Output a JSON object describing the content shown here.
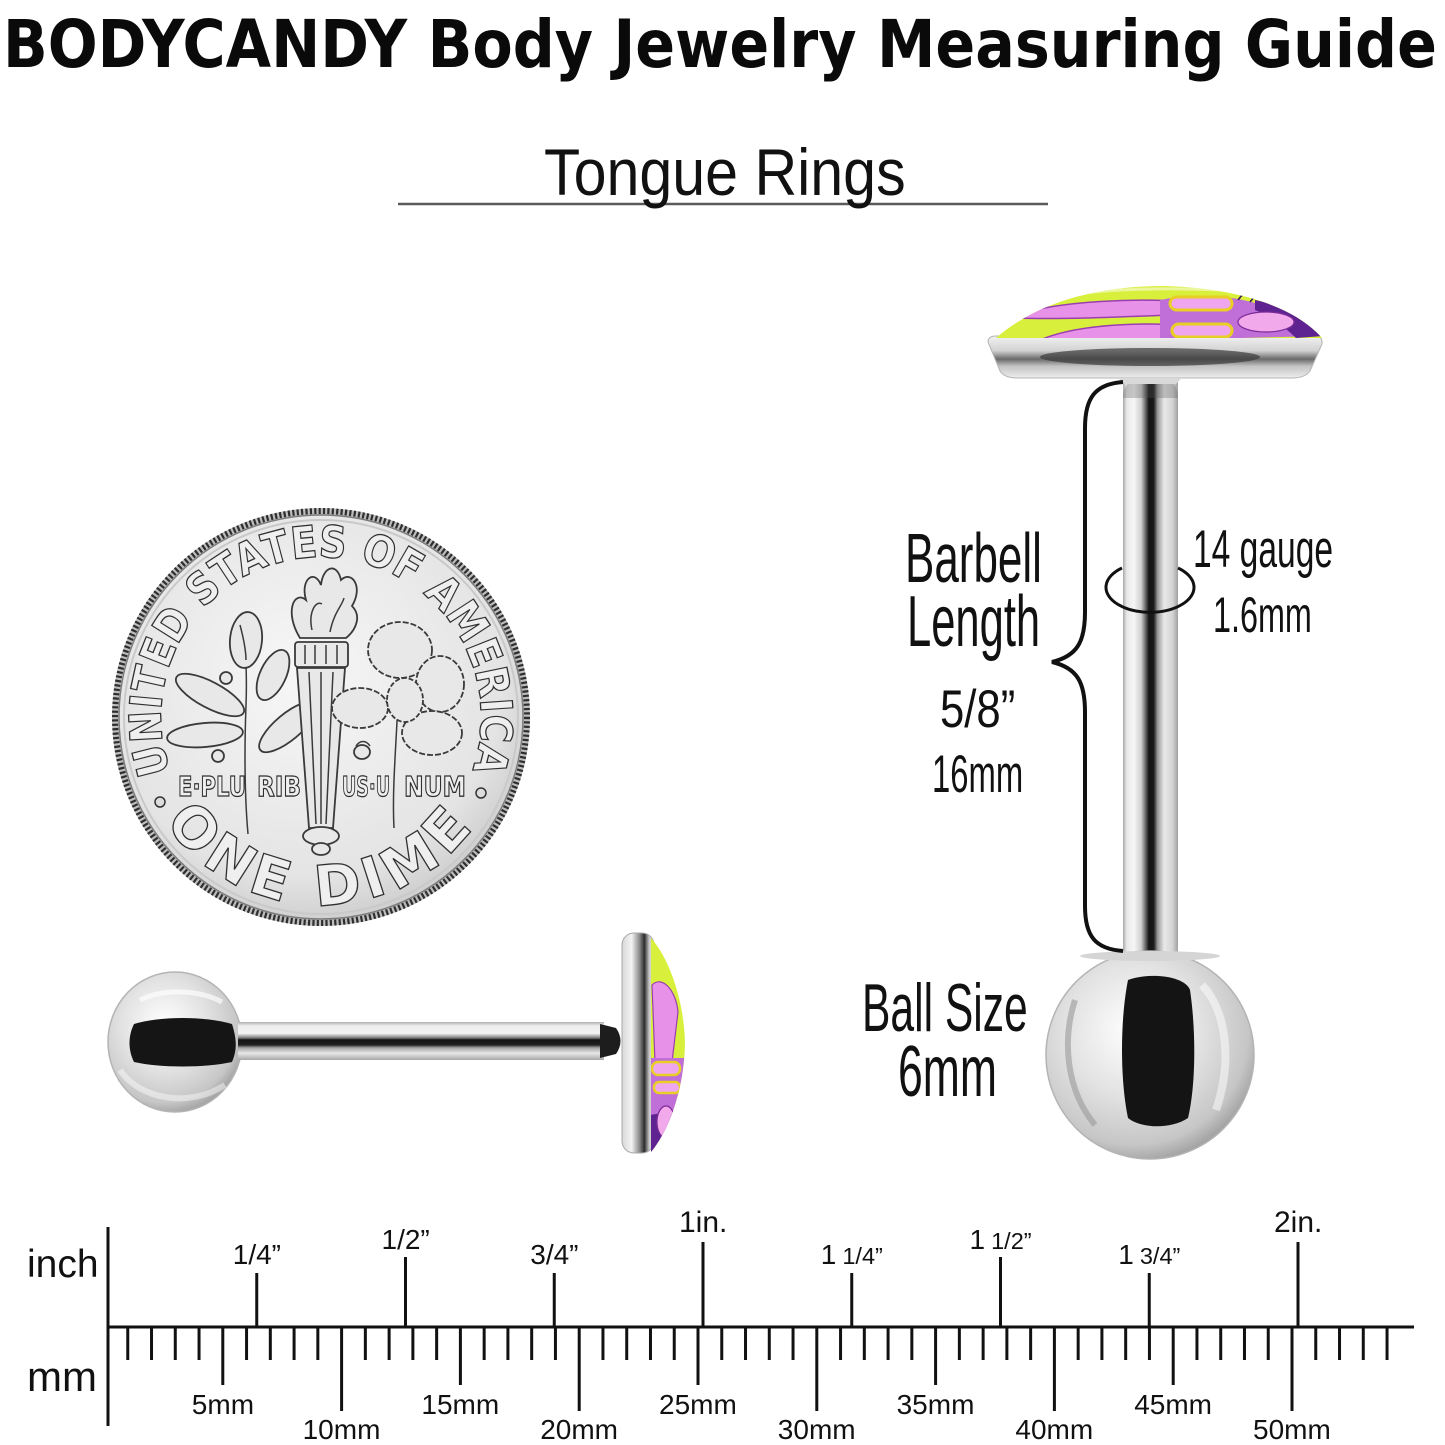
{
  "header": {
    "title": "BODYCANDY Body Jewelry Measuring Guide",
    "subtitle": "Tongue Rings"
  },
  "coin": {
    "top_legend": "UNITED STATES OF AMERICA",
    "bottom_legend": "ONE DIME",
    "motto_segments": [
      "E·PLU",
      "RIB",
      "US·U",
      "NUM"
    ],
    "colors": {
      "face": "#e6e6e6",
      "rim": "#bdbdbd",
      "relief_outline": "#3a3a3a"
    }
  },
  "product": {
    "barbell_length": {
      "label_line1": "Barbell",
      "label_line2": "Length",
      "inches": "5/8”",
      "mm": "16mm"
    },
    "gauge": {
      "label": "14 gauge",
      "mm": "1.6mm"
    },
    "ball_size": {
      "label": "Ball Size",
      "mm": "6mm"
    },
    "colors": {
      "disc_face": "#d8ef3b",
      "art_pink": "#e891e9",
      "art_purple": "#c06ed8",
      "art_deep_purple": "#5e2390",
      "art_yellow": "#e8cf25",
      "indicator_line": "#111111"
    }
  },
  "ruler": {
    "inch_label": "inch",
    "mm_label": "mm",
    "mm_tick_count": 54,
    "inch_marks": [
      {
        "value": 0.25,
        "kind": "quarter",
        "whole": "",
        "frac": "1/4”"
      },
      {
        "value": 0.5,
        "kind": "half",
        "whole": "",
        "frac": "1/2”"
      },
      {
        "value": 0.75,
        "kind": "quarter",
        "whole": "",
        "frac": "3/4”"
      },
      {
        "value": 1,
        "kind": "whole",
        "whole": "1in.",
        "frac": ""
      },
      {
        "value": 1.25,
        "kind": "quarter",
        "whole": "1",
        "frac": "1/4”"
      },
      {
        "value": 1.5,
        "kind": "half",
        "whole": "1",
        "frac": "1/2”"
      },
      {
        "value": 1.75,
        "kind": "quarter",
        "whole": "1",
        "frac": "3/4”"
      },
      {
        "value": 2,
        "kind": "whole",
        "whole": "2in.",
        "frac": ""
      }
    ],
    "mm_marks": [
      {
        "value": 5,
        "label": "5mm"
      },
      {
        "value": 10,
        "label": "10mm"
      },
      {
        "value": 15,
        "label": "15mm"
      },
      {
        "value": 20,
        "label": "20mm"
      },
      {
        "value": 25,
        "label": "25mm"
      },
      {
        "value": 30,
        "label": "30mm"
      },
      {
        "value": 35,
        "label": "35mm"
      },
      {
        "value": 40,
        "label": "40mm"
      },
      {
        "value": 45,
        "label": "45mm"
      },
      {
        "value": 50,
        "label": "50mm"
      }
    ]
  }
}
